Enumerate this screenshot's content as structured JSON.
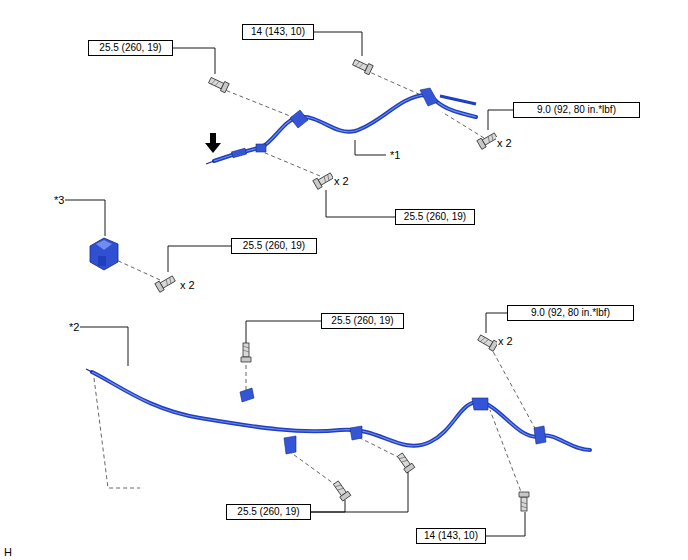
{
  "diagram": {
    "nodes": [
      {
        "text": [
          "14 (143, 10)"
        ]
      },
      {
        "text": [
          "25.5 (260, 19)"
        ]
      },
      {
        "text": [
          "9.0 (92, 80 in.*lbf)"
        ]
      },
      {
        "text": [
          "25.5 (260, 19)"
        ]
      },
      {
        "text": [
          "25.5 (260, 19)"
        ]
      },
      {
        "text": [
          "25.5 (260, 19)"
        ]
      },
      {
        "text": [
          "9.0 (92, 80 in.*lbf)"
        ]
      },
      {
        "text": [
          "25.5 (260, 19)"
        ]
      },
      {
        "text": [
          "14 (143, 10)"
        ]
      }
    ],
    "labels": [
      "*1",
      "x 2",
      "x 2",
      "*3",
      "x 2",
      "*2",
      "x 2",
      "H"
    ]
  }
}
